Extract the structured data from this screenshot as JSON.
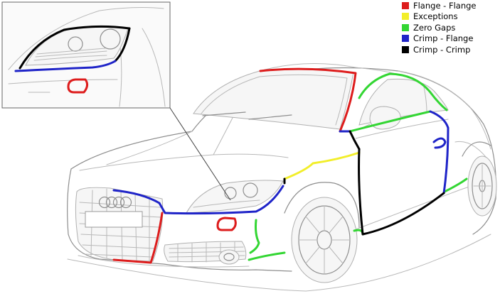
{
  "legend": [
    {
      "label": "Flange - Flange",
      "color": "#dd1c1c"
    },
    {
      "label": "Exceptions",
      "color": "#f2ee2a"
    },
    {
      "label": "Zero Gaps",
      "color": "#33d633"
    },
    {
      "label": "Crimp - Flange",
      "color": "#1f24c8"
    },
    {
      "label": "Crimp - Crimp",
      "color": "#000000"
    }
  ],
  "icons": {
    "car": "car-sketch-illustration",
    "inset": "headlight-detail-inset"
  }
}
